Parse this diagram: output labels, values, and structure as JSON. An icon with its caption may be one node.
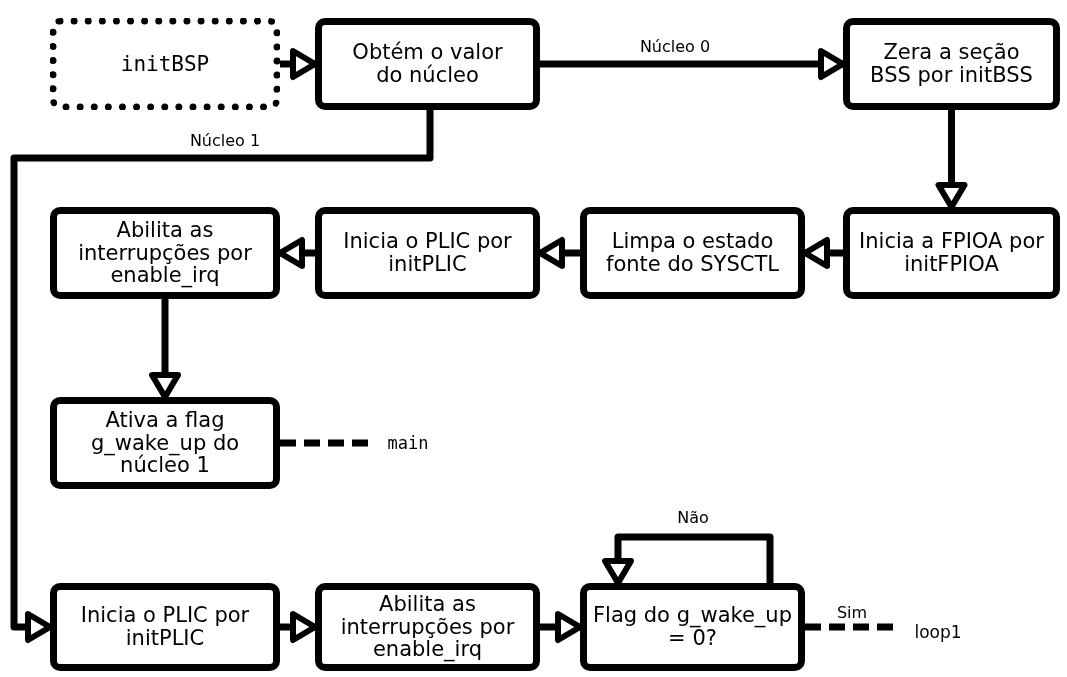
{
  "diagram": {
    "nodes": [
      {
        "text": [
          "initBSP"
        ]
      },
      {
        "text": [
          "Obtém o valor do núcleo"
        ]
      },
      {
        "text": [
          "Zera a seção BSS por initBSS"
        ]
      },
      {
        "text": [
          "Inicia a FPIOA por initFPIOA"
        ]
      },
      {
        "text": [
          "Limpa o estado fonte do SYSCTL"
        ]
      },
      {
        "text": [
          "Inicia o PLIC por initPLIC"
        ]
      },
      {
        "text": [
          "Abilita as interrupções por enable_irq"
        ]
      },
      {
        "text": [
          "Ativa a flag g_wake_up do núcleo 1"
        ]
      },
      {
        "text": [
          "main"
        ]
      },
      {
        "text": [
          "Inicia o PLIC por initPLIC"
        ]
      },
      {
        "text": [
          "Abilita as interrupções por enable_irq"
        ]
      },
      {
        "text": [
          "Flag do g_wake_up = 0?"
        ]
      },
      {
        "text": [
          "loop1"
        ]
      }
    ],
    "edges": [
      {
        "from": 0,
        "to": 1,
        "arrow": "to"
      },
      {
        "from": 1,
        "to": 2,
        "arrow": "to",
        "label": "Núcleo 0"
      },
      {
        "from": 1,
        "to": 9,
        "arrow": "to",
        "label": "Núcleo 1"
      },
      {
        "from": 2,
        "to": 3,
        "arrow": "to"
      },
      {
        "from": 3,
        "to": 4,
        "arrow": "to"
      },
      {
        "from": 4,
        "to": 5,
        "arrow": "to"
      },
      {
        "from": 5,
        "to": 6,
        "arrow": "to"
      },
      {
        "from": 6,
        "to": 7,
        "arrow": "to"
      },
      {
        "from": 7,
        "to": 8,
        "arrow": "none",
        "style": "dashed"
      },
      {
        "from": 9,
        "to": 10,
        "arrow": "to"
      },
      {
        "from": 10,
        "to": 11,
        "arrow": "to"
      },
      {
        "from": 11,
        "to": 11,
        "arrow": "to",
        "label": "Não"
      },
      {
        "from": 11,
        "to": 12,
        "arrow": "none",
        "style": "dashed",
        "label": "Sim"
      }
    ]
  }
}
